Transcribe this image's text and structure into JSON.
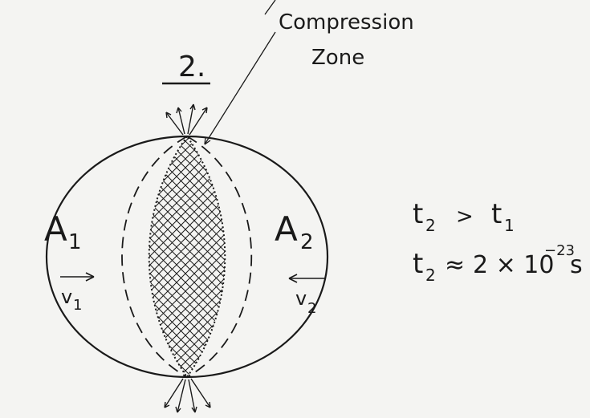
{
  "panel_label": "2.",
  "annotation": {
    "line1": "Compression",
    "line2": "Zone"
  },
  "nuclei": {
    "left": {
      "symbol": "A",
      "subscript": "1",
      "velocity": "v",
      "velocity_subscript": "1"
    },
    "right": {
      "symbol": "A",
      "subscript": "2",
      "velocity": "v",
      "velocity_subscript": "2"
    }
  },
  "equations": {
    "eq1": {
      "t2": "t",
      "t2_sub": "2",
      "op": ">",
      "t1": "t",
      "t1_sub": "1"
    },
    "eq2": {
      "t2": "t",
      "t2_sub": "2",
      "op": "≈",
      "value": "2 × 10",
      "exponent": "−23",
      "unit": "s"
    }
  },
  "colors": {
    "ink": "#1a1a1a",
    "paper": "#f4f4f2"
  }
}
